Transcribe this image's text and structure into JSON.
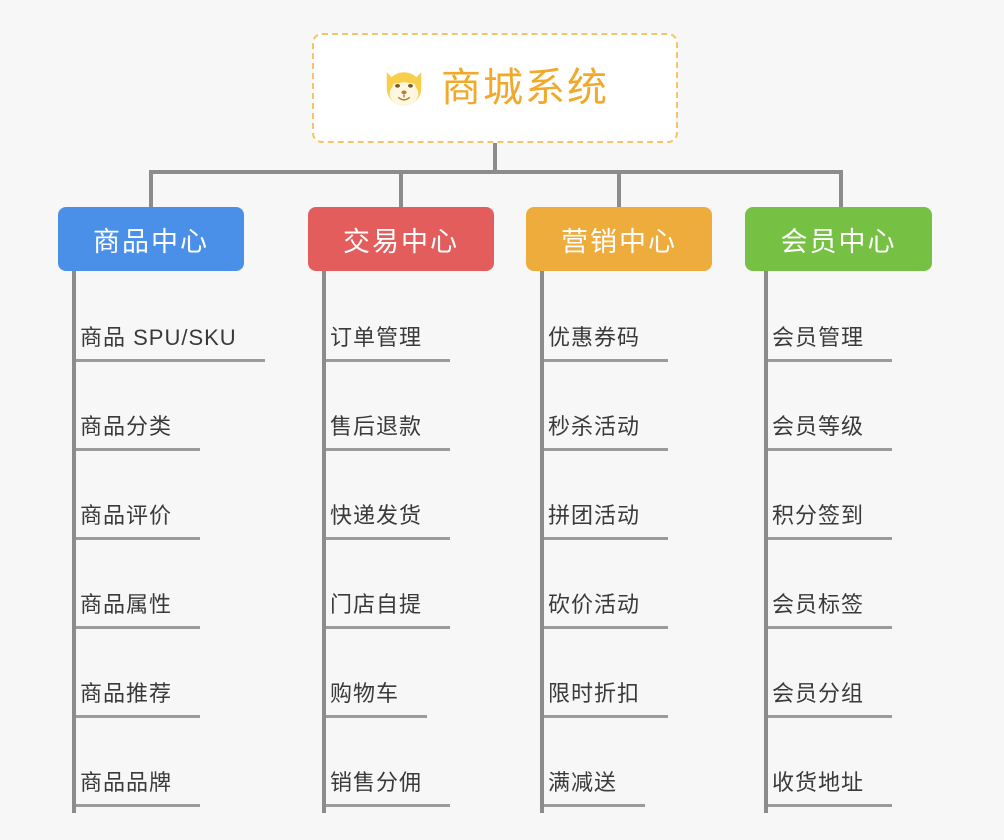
{
  "page": {
    "background_color": "#f7f7f7",
    "type": "mind-map"
  },
  "root": {
    "title": "商城系统",
    "icon": "shiba-dog-face-icon",
    "border_color": "#f5c563",
    "text_color": "#f0a92a",
    "background_color": "#ffffff"
  },
  "connector_color": "#8c8c8c",
  "categories": [
    {
      "label": "商品中心",
      "color": "#4a90e8",
      "items": [
        "商品 SPU/SKU",
        "商品分类",
        "商品评价",
        "商品属性",
        "商品推荐",
        "商品品牌"
      ]
    },
    {
      "label": "交易中心",
      "color": "#e35d5d",
      "items": [
        "订单管理",
        "售后退款",
        "快递发货",
        "门店自提",
        "购物车",
        "销售分佣"
      ]
    },
    {
      "label": "营销中心",
      "color": "#eeac3d",
      "items": [
        "优惠券码",
        "秒杀活动",
        "拼团活动",
        "砍价活动",
        "限时折扣",
        "满减送"
      ]
    },
    {
      "label": "会员中心",
      "color": "#76c043",
      "items": [
        "会员管理",
        "会员等级",
        "积分签到",
        "会员标签",
        "会员分组",
        "收货地址"
      ]
    }
  ]
}
